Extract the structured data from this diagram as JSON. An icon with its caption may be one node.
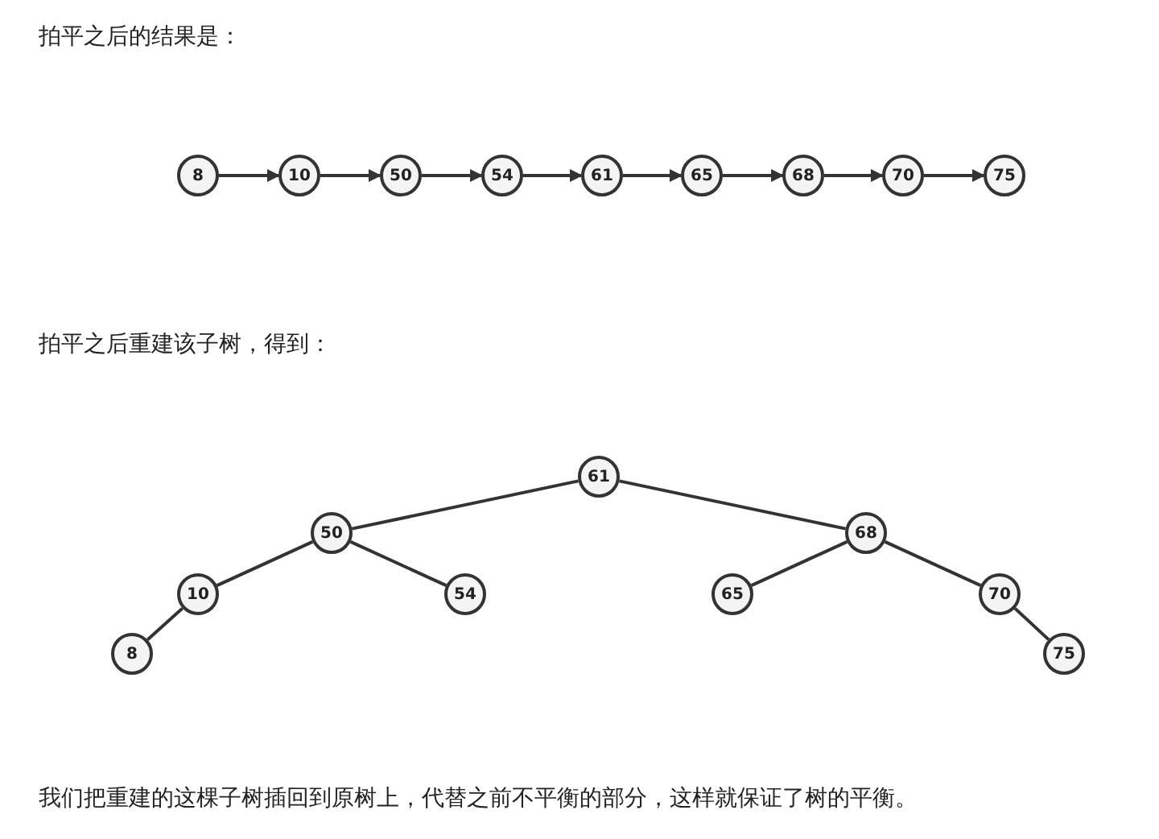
{
  "diagram": {
    "nodes": [
      {
        "text": [
          "8"
        ]
      },
      {
        "text": [
          "10"
        ]
      },
      {
        "text": [
          "50"
        ]
      },
      {
        "text": [
          "54"
        ]
      },
      {
        "text": [
          "61"
        ]
      },
      {
        "text": [
          "65"
        ]
      },
      {
        "text": [
          "68"
        ]
      },
      {
        "text": [
          "70"
        ]
      },
      {
        "text": [
          "75"
        ]
      },
      {
        "text": [
          "61"
        ]
      },
      {
        "text": [
          "50"
        ]
      },
      {
        "text": [
          "68"
        ]
      },
      {
        "text": [
          "10"
        ]
      },
      {
        "text": [
          "54"
        ]
      },
      {
        "text": [
          "65"
        ]
      },
      {
        "text": [
          "70"
        ]
      },
      {
        "text": [
          "8"
        ]
      },
      {
        "text": [
          "75"
        ]
      }
    ],
    "edges": [
      {
        "from": 0,
        "to": 1,
        "arrow": "to"
      },
      {
        "from": 1,
        "to": 2,
        "arrow": "to"
      },
      {
        "from": 2,
        "to": 3,
        "arrow": "to"
      },
      {
        "from": 3,
        "to": 4,
        "arrow": "to"
      },
      {
        "from": 4,
        "to": 5,
        "arrow": "to"
      },
      {
        "from": 5,
        "to": 6,
        "arrow": "to"
      },
      {
        "from": 6,
        "to": 7,
        "arrow": "to"
      },
      {
        "from": 7,
        "to": 8,
        "arrow": "to"
      },
      {
        "from": 9,
        "to": 10,
        "arrow": "none"
      },
      {
        "from": 9,
        "to": 11,
        "arrow": "none"
      },
      {
        "from": 10,
        "to": 12,
        "arrow": "none"
      },
      {
        "from": 10,
        "to": 13,
        "arrow": "none"
      },
      {
        "from": 11,
        "to": 14,
        "arrow": "none"
      },
      {
        "from": 11,
        "to": 15,
        "arrow": "none"
      },
      {
        "from": 12,
        "to": 16,
        "arrow": "none"
      },
      {
        "from": 15,
        "to": 17,
        "arrow": "none"
      }
    ],
    "labels": [
      "拍平之后的结果是：",
      "拍平之后重建该子树，得到：",
      "我们把重建的这棵子树插回到原树上，代替之前不平衡的部分，这样就保证了树的平衡。"
    ]
  }
}
